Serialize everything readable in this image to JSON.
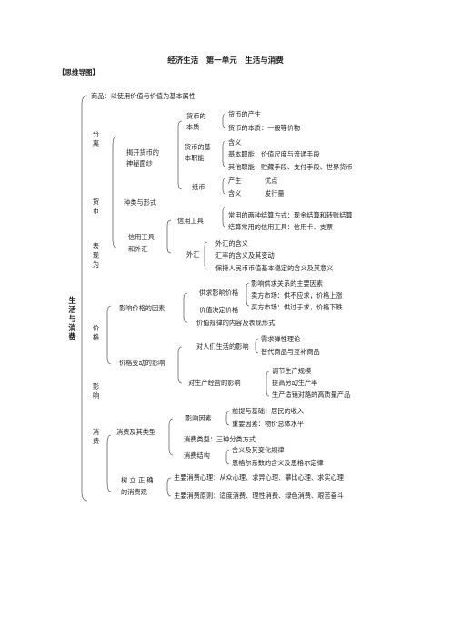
{
  "header": {
    "title": "经济生活　第一单元　生活与消费",
    "tag": "【思维导图】"
  },
  "root": "生活与消费",
  "side": {
    "fenli": "分离",
    "huobi": "货币",
    "biaoxian": "表现为",
    "jiage": "价格",
    "yingxiang": "影响",
    "xiaofei": "消费"
  },
  "nodes": {
    "commodity": "商品：以使用价值与价值为基本属性",
    "reveal": [
      "揭开货币的",
      "神秘面纱"
    ],
    "origin_essence": [
      "货币的",
      "本质"
    ],
    "origin": "货币的产生",
    "essence": "货币的本质：一般等价物",
    "functions": [
      "货币的基",
      "本职能"
    ],
    "func_meaning": "含义",
    "func_basic": "基本职能：价值尺度与流通手段",
    "func_other": "其他职能：贮藏手段、支付手段、世界货币",
    "paper": "纸币",
    "paper_origin": "产生",
    "paper_merit": "优点",
    "paper_meaning": "含义",
    "paper_issue": "发行量",
    "kinds": "种类与形式",
    "credit_fx": [
      "信用工具",
      "和外汇"
    ],
    "credit": "信用工具",
    "credit_settle": "常用的两种结算方式：现金结算和转账结算",
    "credit_tools": "结算常用的信用工具：信用卡、支票",
    "fx": "外汇",
    "fx_meaning": "外汇的含义",
    "fx_rate": "汇率的含义及其变动",
    "fx_stable": "保持人民币币值基本稳定的含义及其意义",
    "price_factors": "影响价格的因素",
    "supply_demand": "供求影响价格",
    "value_decides": "价值决定价格",
    "sd_main": "影响供求关系的主要因素",
    "sellers": "卖方市场：供不应求，价格上涨",
    "buyers": "买方市场：供过于求，价格下跌",
    "value_law": "价值规律的内容及表现形式",
    "price_change": "价格变动的影响",
    "on_life": "对人们生活的影响",
    "elasticity": "需求弹性理论",
    "substitutes": "替代商品与互补商品",
    "on_production": "对生产经营的影响",
    "adjust": "调节生产规模",
    "labor": "提高劳动生产率",
    "marketable": "生产适销对路的高质量产品",
    "consumption_types": "消费及其类型",
    "influence": "影响因素",
    "premise": "前提与基础：居民的收入",
    "important": "重要因素：物价总体水平",
    "types": "消费类型：三种分类方式",
    "structure": "消费结构",
    "struct_meaning": "含义及其变化规律",
    "engel": "恩格尔系数的含义及恩格尔定律",
    "correct": [
      "树 立 正 确",
      "的消费观"
    ],
    "psych": "主要消费心理：从众心理、求异心理、攀比心理、求实心理",
    "principle": "主要消费原则：适度消费、理性消费、绿色消费、艰苦奋斗"
  }
}
